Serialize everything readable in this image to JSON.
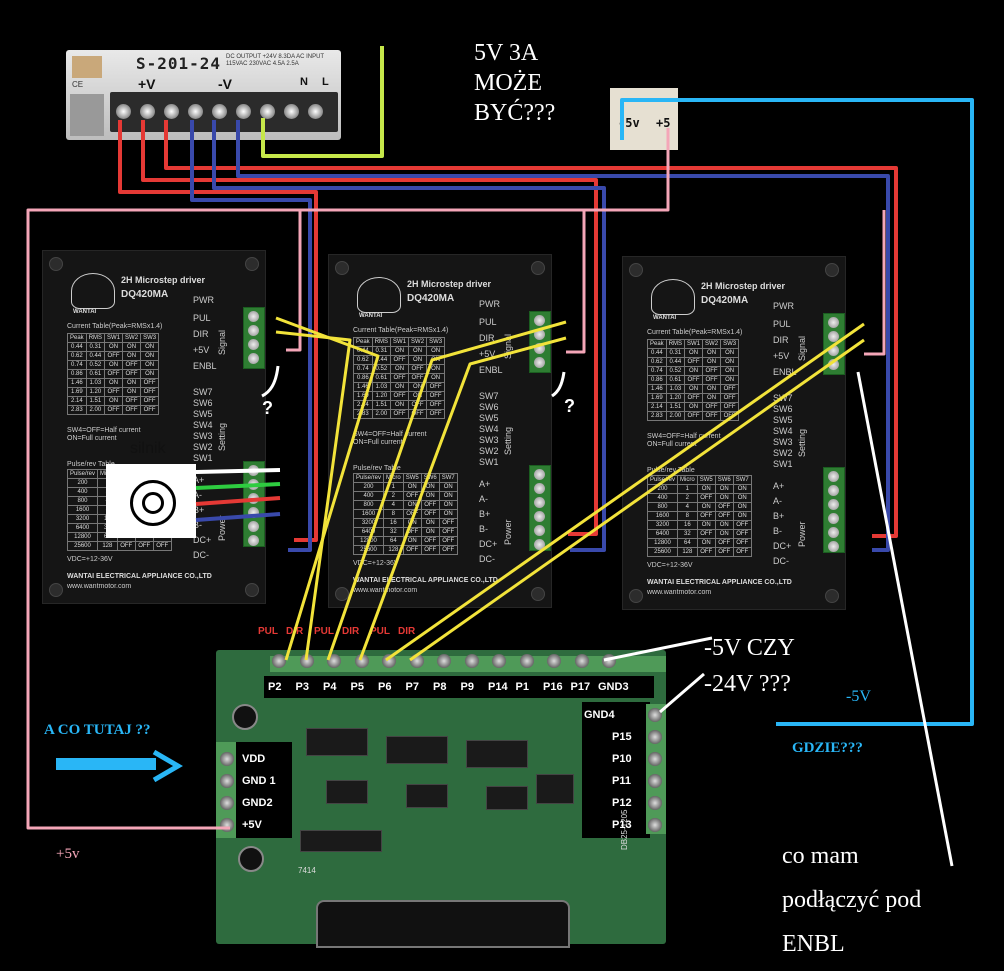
{
  "power_supply": {
    "model": "S-201-24",
    "spec_text": "DC OUTPUT +24V 8.3DA  AC INPUT 115VAC 230VAC 4.5A 2.5A",
    "plus_label": "+V",
    "minus_label": "-V",
    "n_label": "N",
    "l_label": "L",
    "ce_label": "CE"
  },
  "small_module": {
    "minus_label": "-5v",
    "plus_label": "+5"
  },
  "driver": {
    "title1": "2H Microstep driver",
    "title2": "DQ420MA",
    "logo_text": "WANTAI",
    "current_title": "Current Table(Peak=RMSx1.4)",
    "current_headers": [
      "Peak",
      "RMS",
      "SW1",
      "SW2",
      "SW3"
    ],
    "current_rows": [
      [
        "0.44",
        "0.31",
        "ON",
        "ON",
        "ON"
      ],
      [
        "0.62",
        "0.44",
        "OFF",
        "ON",
        "ON"
      ],
      [
        "0.74",
        "0.52",
        "ON",
        "OFF",
        "ON"
      ],
      [
        "0.86",
        "0.61",
        "OFF",
        "OFF",
        "ON"
      ],
      [
        "1.46",
        "1.03",
        "ON",
        "ON",
        "OFF"
      ],
      [
        "1.69",
        "1.20",
        "OFF",
        "ON",
        "OFF"
      ],
      [
        "2.14",
        "1.51",
        "ON",
        "OFF",
        "OFF"
      ],
      [
        "2.83",
        "2.00",
        "OFF",
        "OFF",
        "OFF"
      ]
    ],
    "sw4_note": "SW4=OFF=Half current",
    "sw4_note2": "ON=Full current",
    "pulse_title": "Pulse/rev Table",
    "pulse_headers": [
      "Pulse/rev",
      "Micro",
      "SW5",
      "SW6",
      "SW7"
    ],
    "pulse_rows": [
      [
        "200",
        "1",
        "ON",
        "ON",
        "ON"
      ],
      [
        "400",
        "2",
        "OFF",
        "ON",
        "ON"
      ],
      [
        "800",
        "4",
        "ON",
        "OFF",
        "ON"
      ],
      [
        "1600",
        "8",
        "OFF",
        "OFF",
        "ON"
      ],
      [
        "3200",
        "16",
        "ON",
        "ON",
        "OFF"
      ],
      [
        "6400",
        "32",
        "OFF",
        "ON",
        "OFF"
      ],
      [
        "12800",
        "64",
        "ON",
        "OFF",
        "OFF"
      ],
      [
        "25600",
        "128",
        "OFF",
        "OFF",
        "OFF"
      ]
    ],
    "vdc": "VDC=+12-36V",
    "company": "WANTAI ELECTRICAL APPLIANCE CO.,LTD",
    "url": "www.wantmotor.com",
    "pwr": "PWR",
    "signal_pins": [
      "PUL",
      "DIR",
      "+5V",
      "ENBL"
    ],
    "signal_group": "Signal",
    "setting_pins": [
      "SW7",
      "SW6",
      "SW5",
      "SW4",
      "SW3",
      "SW2",
      "SW1"
    ],
    "setting_group": "Setting",
    "power_pins": [
      "A+",
      "A-",
      "B+",
      "B-",
      "DC+",
      "DC-"
    ],
    "power_group": "Power"
  },
  "interface_board": {
    "top_red_labels": [
      "PUL",
      "DIR",
      "PUL",
      "DIR",
      "PUL",
      "DIR"
    ],
    "top_pins": [
      "P2",
      "P3",
      "P4",
      "P5",
      "P6",
      "P7",
      "P8",
      "P9",
      "P14",
      "P1",
      "P16",
      "P17",
      "GND3"
    ],
    "right_pins": [
      "GND4",
      "P15",
      "P10",
      "P11",
      "P12",
      "P13"
    ],
    "left_pins": [
      "VDD",
      "GND 1",
      "GND2",
      "+5V"
    ],
    "silk_1": "7414",
    "silk_2": "DB25-1205"
  },
  "annotations": {
    "supply_line1": "5V 3A",
    "supply_line2": "MOŻE",
    "supply_line3": "BYĆ???",
    "q1": "?",
    "q2": "?",
    "silnik": "silnik",
    "gnd_question1": "-5V CZY",
    "gnd_question2": "-24V ???",
    "minus5": "-5V",
    "gdzie": "GDZIE???",
    "a_co_tutaj": "A CO TUTAJ ??",
    "plus5": "+5v",
    "enbl_q1": "co mam",
    "enbl_q2": "podłączyć pod",
    "enbl_q3": "ENBL"
  },
  "colors": {
    "red_wire": "#e53935",
    "blue_wire": "#3949ab",
    "pink_wire": "#f4a6b8",
    "yellow_wire": "#f2e33a",
    "cyan_wire": "#29b6f6",
    "lime_wire": "#c6e84a",
    "green_wire": "#2ecc40"
  }
}
